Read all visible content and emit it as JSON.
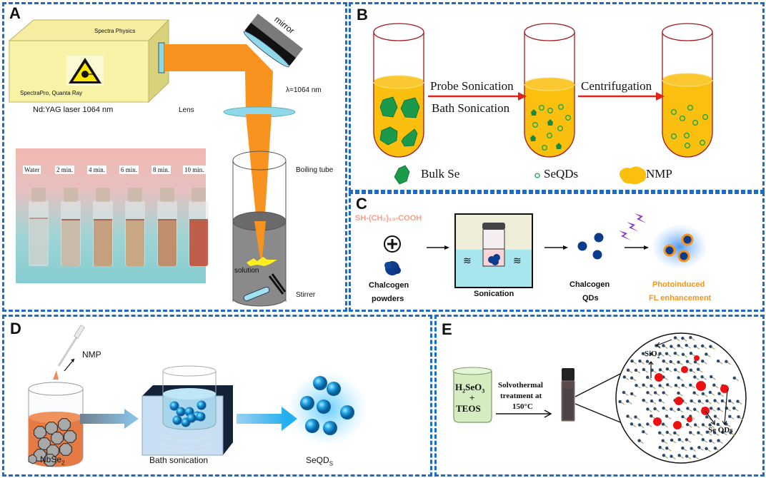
{
  "figure": {
    "panels": {
      "A": {
        "label": "A",
        "laser_brand": "Spectra Physics",
        "laser_model": "SpectraPro, Quanta Ray",
        "laser_caption": "Nd:YAG laser 1064 nm",
        "mirror_label": "mirror",
        "wavelength_label": "λ=1064 nm",
        "lens_label": "Lens",
        "tube_label": "Boiling tube",
        "solution_label": "solution",
        "stirrer_label": "Stirrer",
        "vial_labels": [
          "Water",
          "2 min.",
          "4 min.",
          "6 min.",
          "8 min.",
          "10 min."
        ],
        "vial_colors": [
          "#c8c8c0",
          "#c9b8a4",
          "#c69a74",
          "#c9a27a",
          "#c08660",
          "#c0503c"
        ],
        "colors": {
          "beam": "#f7931e",
          "laser_body": "#f7f3a6",
          "lens": "#8fd8ea"
        }
      },
      "B": {
        "label": "B",
        "step1_top": "Probe Sonication",
        "step1_bottom": "Bath Sonication",
        "step2": "Centrifugation",
        "legend": [
          "Bulk Se",
          "SeQDs",
          "NMP"
        ],
        "colors": {
          "liquid": "#fbbf0f",
          "tube_outline": "#a0191e",
          "arrow": "#e2231a",
          "crystal": "#1a9a4a",
          "qd_ring": "#1aa84a"
        }
      },
      "C": {
        "label": "C",
        "ligand": "SH-(CH₂)₁₀-COOH",
        "plus": "+",
        "powder_label_1": "Chalcogen",
        "powder_label_2": "powders",
        "sonication_label": "Sonication",
        "qd_label_1": "Chalcogen",
        "qd_label_2": "QDs",
        "result_label_1": "Photoinduced",
        "result_label_2": "FL enhancement",
        "colors": {
          "ligand": "#f4a08c",
          "result": "#f7931e",
          "qd": "#0d3c8c",
          "light": "#8a3dc8",
          "bath_water": "#a8e6ee",
          "bath_air": "#efedd8"
        }
      },
      "D": {
        "label": "D",
        "solvent_label": "NMP",
        "precursor_label": "NbSe",
        "precursor_sub": "2",
        "process_label": "Bath sonication",
        "product_label": "SeQD",
        "product_sub": "S",
        "colors": {
          "liquid": "#e57a44",
          "flake": "#a9a9a9",
          "qd": "#1ea0e0",
          "bath": "#c8def2",
          "bath_dark": "#142238"
        }
      },
      "E": {
        "label": "E",
        "reagent_1": "H",
        "reagent_1_sub1": "2",
        "reagent_1_mid": "SeO",
        "reagent_1_sub2": "3",
        "reagent_plus": "+",
        "reagent_2": "TEOS",
        "step_line1": "Solvothermal",
        "step_line2": "treatment at",
        "step_line3": "150°C",
        "matrix_label": "SiO",
        "matrix_sub": "2",
        "dots_label": "Se QDs",
        "colors": {
          "beaker": "#d4ecc0",
          "qd": "#ee1111",
          "node": "#2a4a6a",
          "link": "#a8a070"
        }
      }
    }
  }
}
